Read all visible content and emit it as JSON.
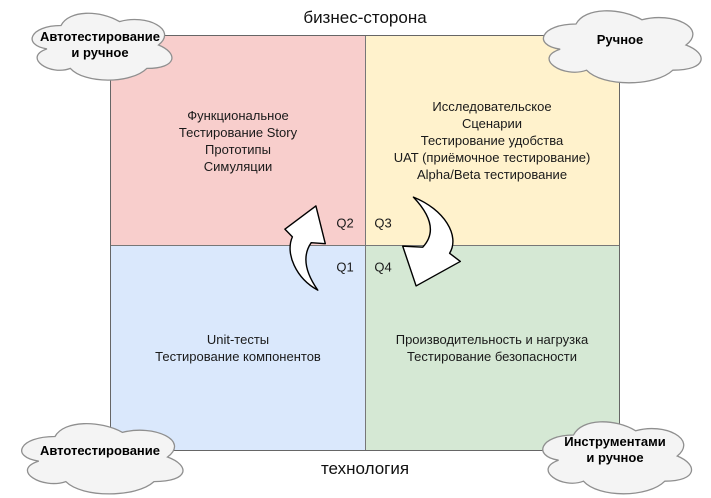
{
  "diagram": {
    "top_axis": "бизнес-сторона",
    "bottom_axis": "технология"
  },
  "quadrants": {
    "top_left": {
      "label": "Q2",
      "fill": "#f8cecc",
      "lines": [
        "Функциональное",
        "Тестирование Story",
        "Прототипы",
        "Симуляции"
      ]
    },
    "top_right": {
      "label": "Q3",
      "fill": "#fff2cc",
      "lines": [
        "Исследовательское",
        "Сценарии",
        "Тестирование удобства",
        "UAT (приёмочное тестирование)",
        "Alpha/Beta тестирование"
      ]
    },
    "bottom_left": {
      "label": "Q1",
      "fill": "#dae8fc",
      "lines": [
        "Unit-тесты",
        "Тестирование компонентов"
      ]
    },
    "bottom_right": {
      "label": "Q4",
      "fill": "#d5e8d4",
      "lines": [
        "Производительность и нагрузка",
        "Тестирование безопасности"
      ]
    }
  },
  "clouds": {
    "top_left": {
      "lines": [
        "Автотестирование",
        "и ручное"
      ]
    },
    "top_right": {
      "lines": [
        "Ручное"
      ]
    },
    "bottom_left": {
      "lines": [
        "Автотестирование"
      ]
    },
    "bottom_right": {
      "lines": [
        "Инструментами",
        "и ручное"
      ]
    }
  },
  "icons": {
    "up_arrow": "curved-arrow-up",
    "down_arrow": "curved-arrow-down",
    "cloud": "cloud-shape"
  },
  "colors": {
    "quadrant_border": "#666666",
    "cloud_fill": "#f4f4f4",
    "cloud_stroke": "#8f8f8f",
    "arrow_fill": "#ffffff",
    "arrow_stroke": "#000000",
    "text": "#1a1a1a"
  }
}
